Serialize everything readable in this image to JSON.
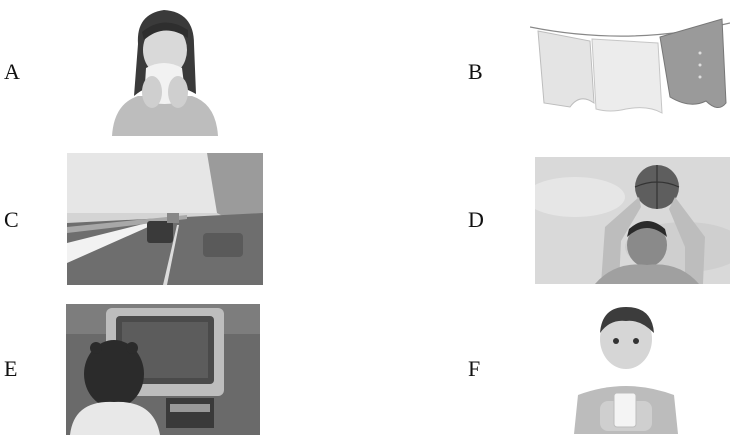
{
  "options": [
    {
      "label": "A",
      "icon": "sneezing-woman-photo"
    },
    {
      "label": "B",
      "icon": "laundry-on-line-photo"
    },
    {
      "label": "C",
      "icon": "snowy-highway-traffic-photo"
    },
    {
      "label": "D",
      "icon": "man-with-basketball-photo"
    },
    {
      "label": "E",
      "icon": "child-watching-tv-photo"
    },
    {
      "label": "F",
      "icon": "boy-with-milk-photo"
    }
  ]
}
